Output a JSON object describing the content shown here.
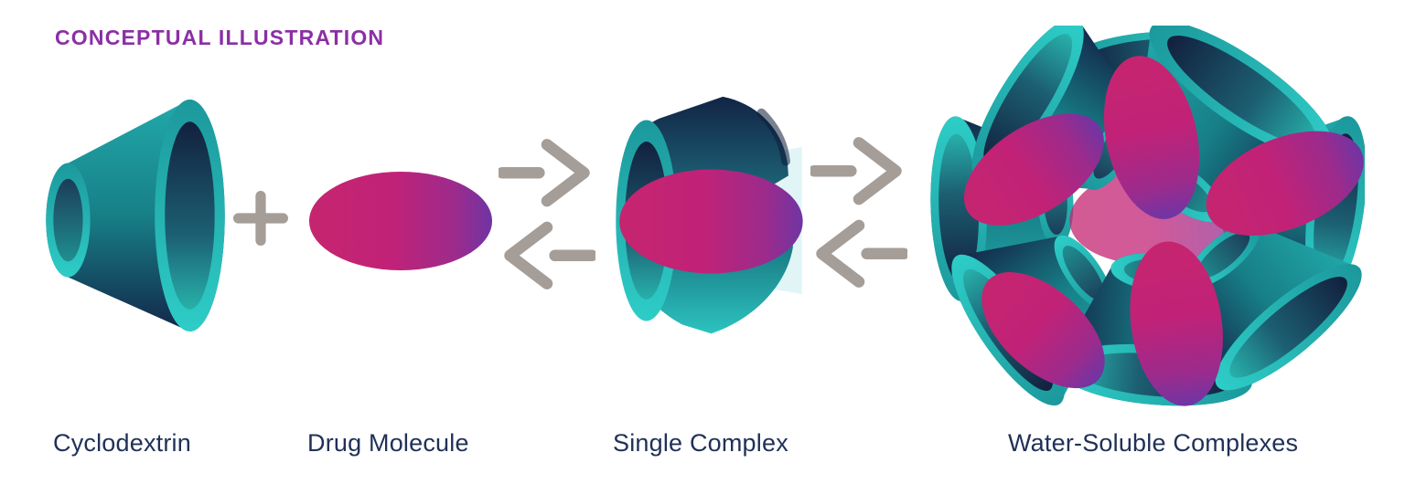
{
  "title": "CONCEPTUAL ILLUSTRATION",
  "stages": [
    {
      "label": "Cyclodextrin"
    },
    {
      "label": "Drug Molecule"
    },
    {
      "label": "Single Complex"
    },
    {
      "label": "Water-Soluble Complexes"
    }
  ],
  "operators": {
    "plus": "+",
    "equilibrium": "⇌"
  },
  "icons": {
    "plus_icon": "plus sign between cyclodextrin and drug molecule",
    "equilibrium_arrows_icon": "paired forward/reverse reaction arrows"
  },
  "colors": {
    "background": "#FFFFFF",
    "title_purple": "#8B2FA5",
    "label_navy": "#203158",
    "teal": "#20A8A8",
    "teal_bright": "#2ECDC7",
    "navy_dark": "#132649",
    "drug_pink": "#C5256F",
    "drug_purple": "#6F35A4",
    "arrow_gray": "#A59D97",
    "interior_pale": "#E1F5F6"
  }
}
